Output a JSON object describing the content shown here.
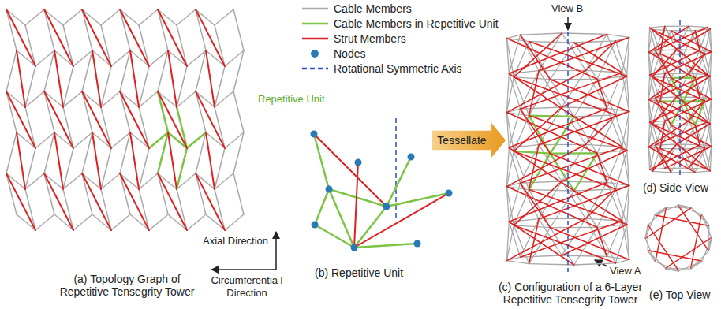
{
  "diagram": {
    "nodes": [
      {
        "text": [
          "Tessellate"
        ]
      }
    ],
    "labels": [
      "Repetitive Unit",
      "(a) Topology Graph of Repetitive Tensegrity Tower",
      "Axial Direction",
      "Circumferentia l Direction",
      "(b) Repetitive Unit",
      "(c) Configuration of a 6-Layer Repetitive Tensegrity Tower",
      "View B",
      "View A",
      "(d) Side View",
      "(e) Top View"
    ],
    "legend": [
      {
        "text": "Cable Members"
      },
      {
        "text": "Cable Members in Repetitive Unit"
      },
      {
        "text": "Strut Members"
      },
      {
        "text": "Nodes"
      },
      {
        "text": "Rotational Symmetric Axis"
      }
    ]
  }
}
